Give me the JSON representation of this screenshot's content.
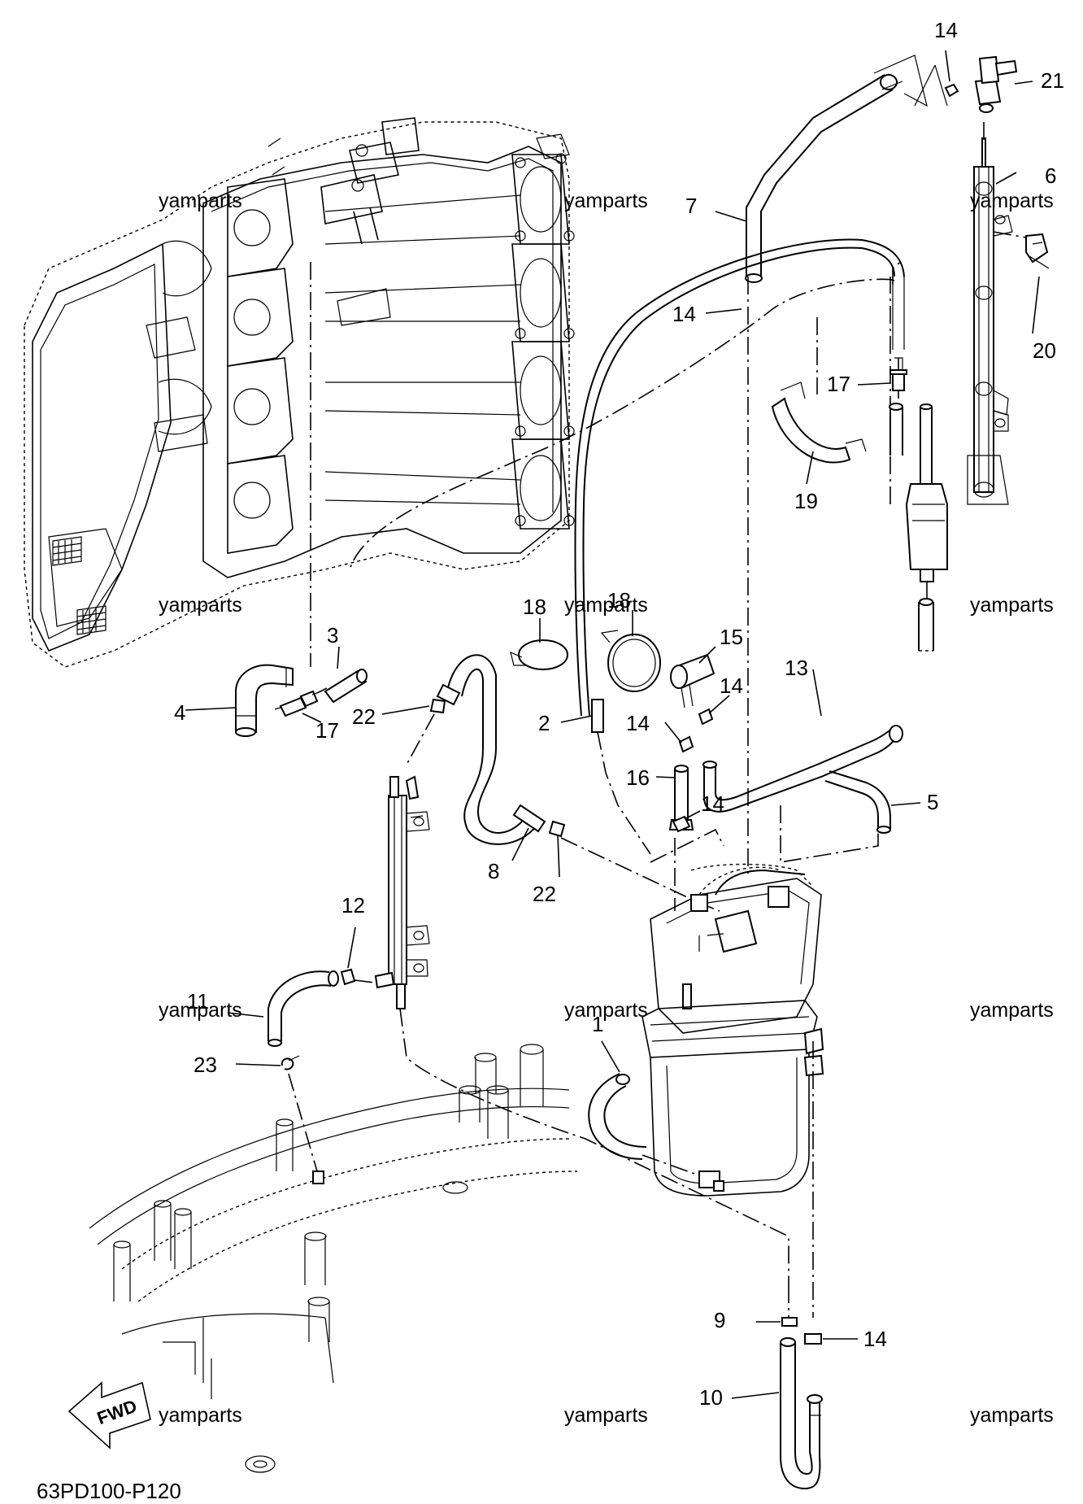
{
  "diagram_code": "63PD100-P120",
  "fwd_label": "FWD",
  "watermark": "yamparts",
  "callouts": [
    "14",
    "21",
    "7",
    "6",
    "14",
    "20",
    "17",
    "19",
    "18",
    "18",
    "15",
    "3",
    "4",
    "17",
    "22",
    "2",
    "14",
    "13",
    "14",
    "16",
    "5",
    "14",
    "8",
    "22",
    "12",
    "11",
    "1",
    "23",
    "9",
    "14",
    "10"
  ]
}
